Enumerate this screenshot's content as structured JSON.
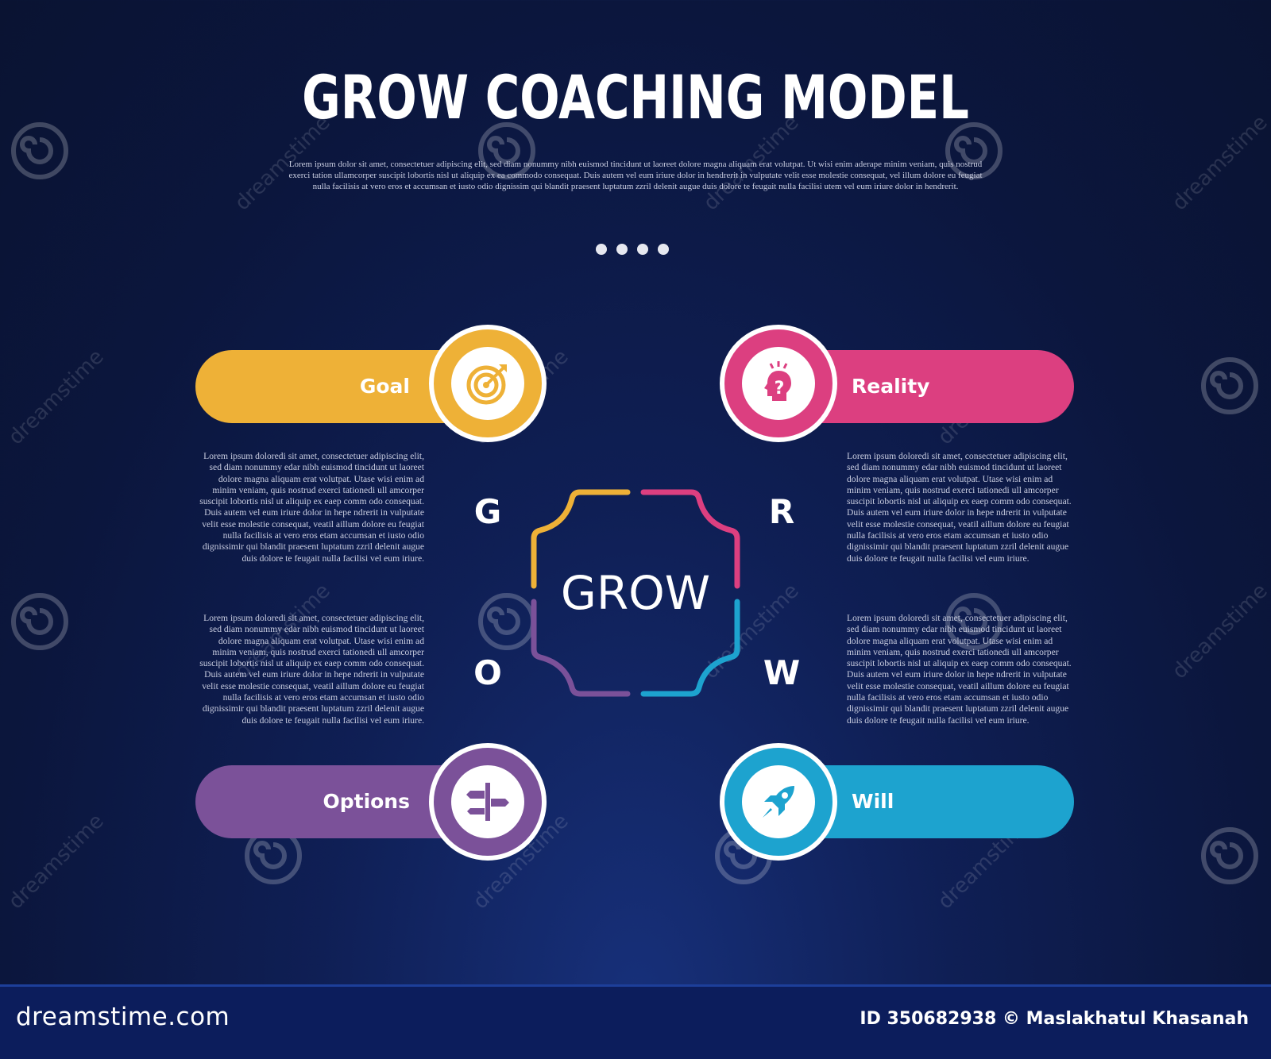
{
  "title": "GROW COACHING MODEL",
  "intro": "Lorem ipsum dolor sit amet, consectetuer adipiscing elit, sed diam nonummy nibh euismod tincidunt ut laoreet dolore magna aliquam erat volutpat. Ut wisi enim aderape minim veniam, quis nostrud exerci tation ullamcorper suscipit lobortis nisl ut aliquip ex ea commodo consequat. Duis autem vel eum iriure dolor in hendrerit in vulputate velit esse molestie consequat, vel illum dolore eu feugiat nulla facilisis at vero eros et accumsan et iusto odio dignissim qui blandit praesent luptatum zzril delenit augue duis dolore te feugait nulla facilisi utem vel eum iriure dolor in hendrerit.",
  "center_word": "GROW",
  "letters": {
    "g": "G",
    "r": "R",
    "o": "O",
    "w": "W"
  },
  "colors": {
    "goal": "#eeb137",
    "reality": "#dc3f80",
    "options": "#7b5199",
    "will": "#1da3cf",
    "background": "#0b163d"
  },
  "steps": {
    "goal": {
      "label": "Goal",
      "icon": "target-icon"
    },
    "reality": {
      "label": "Reality",
      "icon": "question-head-icon"
    },
    "options": {
      "label": "Options",
      "icon": "signpost-icon"
    },
    "will": {
      "label": "Will",
      "icon": "rocket-icon"
    }
  },
  "paragraphs": {
    "goal": "Lorem ipsum doloredi sit amet, consectetuer adipiscing elit, sed diam nonummy edar nibh euismod tincidunt ut laoreet dolore magna aliquam erat volutpat. Utase wisi enim ad minim veniam, quis nostrud exerci tationedi ull amcorper suscipit lobortis nisl ut aliquip ex eaep comm odo consequat. Duis autem vel eum iriure dolor in hepe ndrerit in vulputate velit esse molestie consequat, veatil aillum dolore eu feugiat nulla facilisis at vero eros etam accumsan et iusto odio dignissimir qui blandit praesent luptatum zzril delenit augue duis dolore te feugait nulla facilisi vel eum iriure.",
    "reality": "Lorem ipsum doloredi sit amet, consectetuer adipiscing elit, sed diam nonummy edar nibh euismod tincidunt ut laoreet dolore magna aliquam erat volutpat. Utase wisi enim ad minim veniam, quis nostrud exerci tationedi ull amcorper suscipit lobortis nisl ut aliquip ex eaep comm odo consequat. Duis autem vel eum iriure dolor in hepe ndrerit in vulputate velit esse molestie consequat, veatil aillum dolore eu feugiat nulla facilisis at vero eros etam accumsan et iusto odio dignissimir qui blandit praesent luptatum zzril delenit augue duis dolore te feugait nulla facilisi vel eum iriure.",
    "options": "Lorem ipsum doloredi sit amet, consectetuer adipiscing elit, sed diam nonummy edar nibh euismod tincidunt ut laoreet dolore magna aliquam erat volutpat. Utase wisi enim ad minim veniam, quis nostrud exerci tationedi ull amcorper suscipit lobortis nisl ut aliquip ex eaep comm odo consequat. Duis autem vel eum iriure dolor in hepe ndrerit in vulputate velit esse molestie consequat, veatil aillum dolore eu feugiat nulla facilisis at vero eros etam accumsan et iusto odio dignissimir qui blandit praesent luptatum zzril delenit augue duis dolore te feugait nulla facilisi vel eum iriure.",
    "will": "Lorem ipsum doloredi sit amet, consectetuer adipiscing elit, sed diam nonummy edar nibh euismod tincidunt ut laoreet dolore magna aliquam erat volutpat. Utase wisi enim ad minim veniam, quis nostrud exerci tationedi ull amcorper suscipit lobortis nisl ut aliquip ex eaep comm odo consequat. Duis autem vel eum iriure dolor in hepe ndrerit in vulputate velit esse molestie consequat, veatil aillum dolore eu feugiat nulla facilisis at vero eros etam accumsan et iusto odio dignissimir qui blandit praesent luptatum zzril delenit augue duis dolore te feugait nulla facilisi vel eum iriure."
  },
  "footer": {
    "brand": "dreamstime.com",
    "credit": "ID 350682938 © Maslakhatul Khasanah"
  },
  "watermark": "dreamstime"
}
